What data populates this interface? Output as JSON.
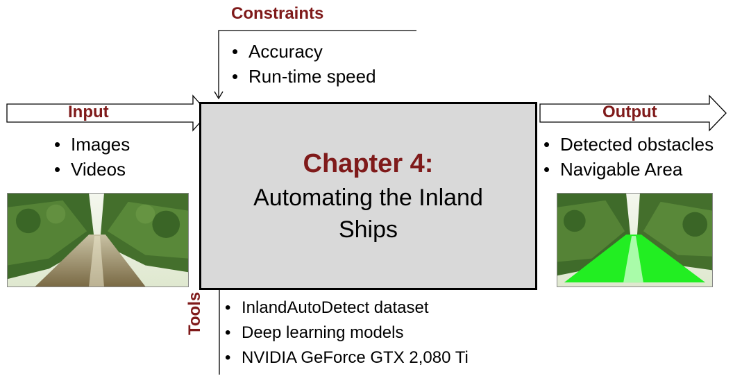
{
  "constraints": {
    "title": "Constraints",
    "items": [
      "Accuracy",
      "Run-time speed"
    ]
  },
  "input": {
    "title": "Input",
    "items": [
      "Images",
      "Videos"
    ]
  },
  "output": {
    "title": "Output",
    "items": [
      "Detected obstacles",
      "Navigable Area"
    ]
  },
  "chapter": {
    "title": "Chapter 4:",
    "subtitle": "Automating the Inland Ships"
  },
  "tools": {
    "title": "Tools",
    "items": [
      "InlandAutoDetect dataset",
      "Deep learning models",
      "NVIDIA GeForce GTX 2,080 Ti"
    ]
  },
  "colors": {
    "accent": "#7f1a1a",
    "box_fill": "#d9d9d9",
    "segmentation_overlay": "#22ee22"
  },
  "images": {
    "input_photo": "river-canal-photo",
    "output_photo": "segmented-river-photo"
  }
}
